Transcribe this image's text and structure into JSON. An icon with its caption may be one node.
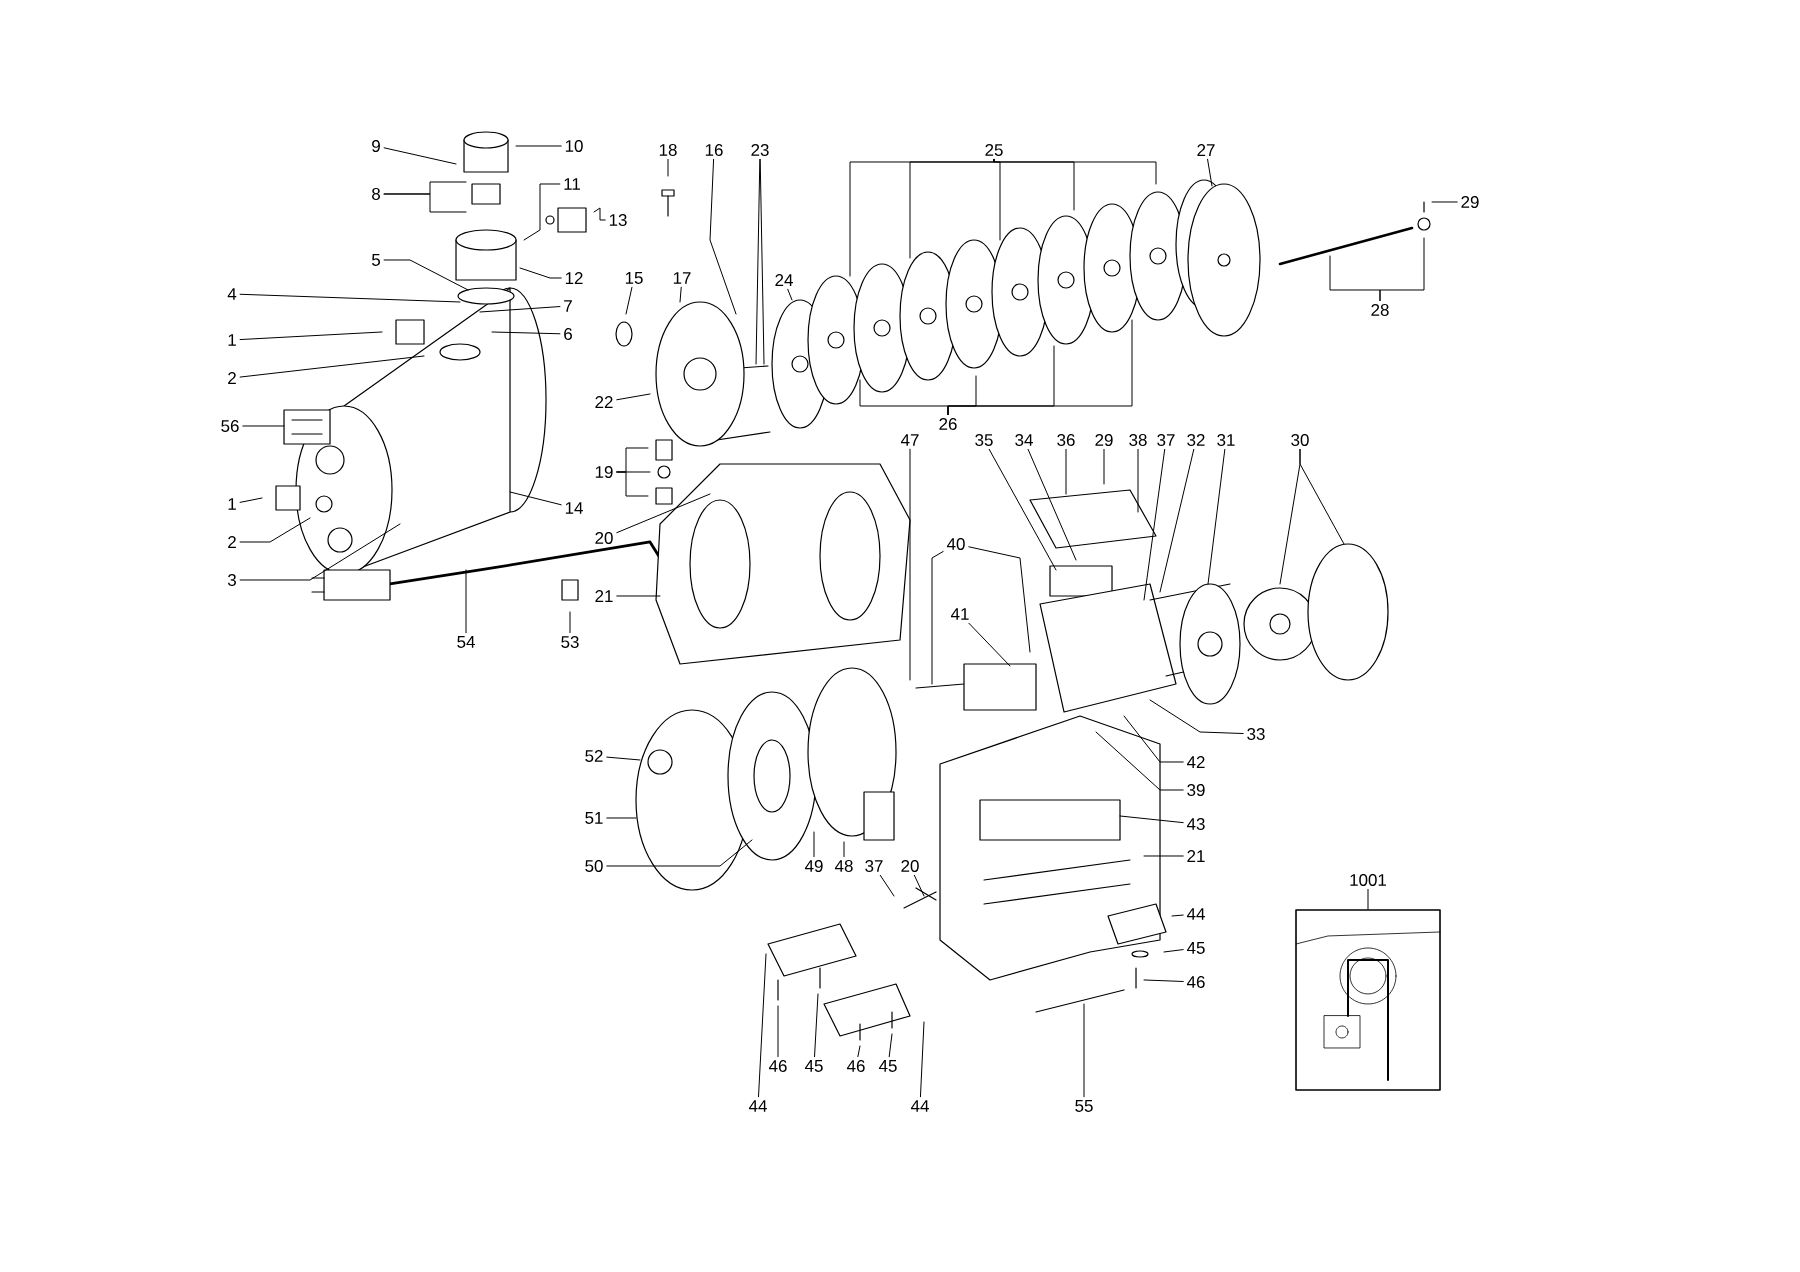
{
  "diagram": {
    "nodes": [
      {
        "text": [
          "9"
        ]
      },
      {
        "text": [
          "10"
        ]
      },
      {
        "text": [
          "8"
        ]
      },
      {
        "text": [
          "11"
        ]
      },
      {
        "text": [
          "13"
        ]
      },
      {
        "text": [
          "5"
        ]
      },
      {
        "text": [
          "12"
        ]
      },
      {
        "text": [
          "4"
        ]
      },
      {
        "text": [
          "7"
        ]
      },
      {
        "text": [
          "1"
        ]
      },
      {
        "text": [
          "6"
        ]
      },
      {
        "text": [
          "2"
        ]
      },
      {
        "text": [
          "56"
        ]
      },
      {
        "text": [
          "1"
        ]
      },
      {
        "text": [
          "2"
        ]
      },
      {
        "text": [
          "14"
        ]
      },
      {
        "text": [
          "3"
        ]
      },
      {
        "text": [
          "54"
        ]
      },
      {
        "text": [
          "53"
        ]
      },
      {
        "text": [
          "15"
        ]
      },
      {
        "text": [
          "18"
        ]
      },
      {
        "text": [
          "16"
        ]
      },
      {
        "text": [
          "17"
        ]
      },
      {
        "text": [
          "23"
        ]
      },
      {
        "text": [
          "24"
        ]
      },
      {
        "text": [
          "22"
        ]
      },
      {
        "text": [
          "19"
        ]
      },
      {
        "text": [
          "20"
        ]
      },
      {
        "text": [
          "21"
        ]
      },
      {
        "text": [
          "25"
        ]
      },
      {
        "text": [
          "27"
        ]
      },
      {
        "text": [
          "26"
        ]
      },
      {
        "text": [
          "29"
        ]
      },
      {
        "text": [
          "28"
        ]
      },
      {
        "text": [
          "47"
        ]
      },
      {
        "text": [
          "35"
        ]
      },
      {
        "text": [
          "34"
        ]
      },
      {
        "text": [
          "36"
        ]
      },
      {
        "text": [
          "29"
        ]
      },
      {
        "text": [
          "38"
        ]
      },
      {
        "text": [
          "37"
        ]
      },
      {
        "text": [
          "32"
        ]
      },
      {
        "text": [
          "31"
        ]
      },
      {
        "text": [
          "30"
        ]
      },
      {
        "text": [
          "40"
        ]
      },
      {
        "text": [
          "41"
        ]
      },
      {
        "text": [
          "33"
        ]
      },
      {
        "text": [
          "42"
        ]
      },
      {
        "text": [
          "39"
        ]
      },
      {
        "text": [
          "43"
        ]
      },
      {
        "text": [
          "21"
        ]
      },
      {
        "text": [
          "52"
        ]
      },
      {
        "text": [
          "51"
        ]
      },
      {
        "text": [
          "50"
        ]
      },
      {
        "text": [
          "49"
        ]
      },
      {
        "text": [
          "48"
        ]
      },
      {
        "text": [
          "37"
        ]
      },
      {
        "text": [
          "20"
        ]
      },
      {
        "text": [
          "44"
        ]
      },
      {
        "text": [
          "45"
        ]
      },
      {
        "text": [
          "46"
        ]
      },
      {
        "text": [
          "46"
        ]
      },
      {
        "text": [
          "45"
        ]
      },
      {
        "text": [
          "46"
        ]
      },
      {
        "text": [
          "45"
        ]
      },
      {
        "text": [
          "44"
        ]
      },
      {
        "text": [
          "44"
        ]
      },
      {
        "text": [
          "55"
        ]
      },
      {
        "text": [
          "1001"
        ]
      },
      {
        "text": [],
        "shape": "picture"
      }
    ],
    "edges": [
      {
        "from": 0,
        "to": null,
        "arrow": "none"
      },
      {
        "from": 1,
        "to": null,
        "arrow": "none"
      },
      {
        "from": 2,
        "to": null,
        "arrow": "none"
      },
      {
        "from": 2,
        "to": null,
        "arrow": "none"
      },
      {
        "from": 3,
        "to": null,
        "arrow": "none"
      },
      {
        "from": 4,
        "to": null,
        "arrow": "none"
      },
      {
        "from": 5,
        "to": null,
        "arrow": "none"
      },
      {
        "from": 6,
        "to": null,
        "arrow": "none"
      },
      {
        "from": 7,
        "to": null,
        "arrow": "none"
      },
      {
        "from": 8,
        "to": null,
        "arrow": "none"
      },
      {
        "from": 9,
        "to": null,
        "arrow": "none"
      },
      {
        "from": 10,
        "to": null,
        "arrow": "none"
      },
      {
        "from": 11,
        "to": null,
        "arrow": "none"
      },
      {
        "from": 12,
        "to": null,
        "arrow": "none"
      },
      {
        "from": 13,
        "to": null,
        "arrow": "none"
      },
      {
        "from": 14,
        "to": null,
        "arrow": "none"
      },
      {
        "from": 15,
        "to": null,
        "arrow": "none"
      },
      {
        "from": 16,
        "to": null,
        "arrow": "none"
      },
      {
        "from": 17,
        "to": null,
        "arrow": "none"
      },
      {
        "from": 18,
        "to": null,
        "arrow": "none"
      },
      {
        "from": 19,
        "to": null,
        "arrow": "none"
      },
      {
        "from": 20,
        "to": null,
        "arrow": "none"
      },
      {
        "from": 21,
        "to": null,
        "arrow": "none"
      },
      {
        "from": 23,
        "to": null,
        "arrow": "none"
      },
      {
        "from": 23,
        "to": null,
        "arrow": "none"
      },
      {
        "from": 24,
        "to": null,
        "arrow": "none"
      },
      {
        "from": 25,
        "to": null,
        "arrow": "none"
      },
      {
        "from": 26,
        "to": null,
        "arrow": "none"
      },
      {
        "from": 26,
        "to": null,
        "arrow": "none"
      },
      {
        "from": 26,
        "to": null,
        "arrow": "none"
      },
      {
        "from": 27,
        "to": null,
        "arrow": "none"
      },
      {
        "from": 28,
        "to": null,
        "arrow": "none"
      },
      {
        "from": 29,
        "to": null,
        "arrow": "none"
      },
      {
        "from": 29,
        "to": null,
        "arrow": "none"
      },
      {
        "from": 29,
        "to": null,
        "arrow": "none"
      },
      {
        "from": 29,
        "to": null,
        "arrow": "none"
      },
      {
        "from": 29,
        "to": null,
        "arrow": "none"
      },
      {
        "from": 30,
        "to": null,
        "arrow": "none"
      },
      {
        "from": 31,
        "to": null,
        "arrow": "none"
      },
      {
        "from": 31,
        "to": null,
        "arrow": "none"
      },
      {
        "from": 31,
        "to": null,
        "arrow": "none"
      },
      {
        "from": 31,
        "to": null,
        "arrow": "none"
      },
      {
        "from": 32,
        "to": null,
        "arrow": "none"
      },
      {
        "from": 33,
        "to": null,
        "arrow": "none"
      },
      {
        "from": 33,
        "to": null,
        "arrow": "none"
      },
      {
        "from": 34,
        "to": null,
        "arrow": "none"
      },
      {
        "from": 35,
        "to": null,
        "arrow": "none"
      },
      {
        "from": 36,
        "to": null,
        "arrow": "none"
      },
      {
        "from": 37,
        "to": null,
        "arrow": "none"
      },
      {
        "from": 38,
        "to": null,
        "arrow": "none"
      },
      {
        "from": 39,
        "to": null,
        "arrow": "none"
      },
      {
        "from": 40,
        "to": null,
        "arrow": "none"
      },
      {
        "from": 41,
        "to": null,
        "arrow": "none"
      },
      {
        "from": 42,
        "to": null,
        "arrow": "none"
      },
      {
        "from": 43,
        "to": null,
        "arrow": "none"
      },
      {
        "from": 43,
        "to": null,
        "arrow": "none"
      },
      {
        "from": 44,
        "to": null,
        "arrow": "none"
      },
      {
        "from": 44,
        "to": null,
        "arrow": "none"
      },
      {
        "from": 45,
        "to": null,
        "arrow": "none"
      },
      {
        "from": 46,
        "to": null,
        "arrow": "none"
      },
      {
        "from": 47,
        "to": null,
        "arrow": "none"
      },
      {
        "from": 48,
        "to": null,
        "arrow": "none"
      },
      {
        "from": 49,
        "to": null,
        "arrow": "none"
      },
      {
        "from": 50,
        "to": null,
        "arrow": "none"
      },
      {
        "from": 51,
        "to": null,
        "arrow": "none"
      },
      {
        "from": 52,
        "to": null,
        "arrow": "none"
      },
      {
        "from": 53,
        "to": null,
        "arrow": "none"
      },
      {
        "from": 54,
        "to": null,
        "arrow": "none"
      },
      {
        "from": 55,
        "to": null,
        "arrow": "none"
      },
      {
        "from": 56,
        "to": null,
        "arrow": "none"
      },
      {
        "from": 57,
        "to": null,
        "arrow": "none"
      },
      {
        "from": 58,
        "to": null,
        "arrow": "none"
      },
      {
        "from": 59,
        "to": null,
        "arrow": "none"
      },
      {
        "from": 60,
        "to": null,
        "arrow": "none"
      },
      {
        "from": 61,
        "to": null,
        "arrow": "none"
      },
      {
        "from": 62,
        "to": null,
        "arrow": "none"
      },
      {
        "from": 63,
        "to": null,
        "arrow": "none"
      },
      {
        "from": 64,
        "to": null,
        "arrow": "none"
      },
      {
        "from": 65,
        "to": null,
        "arrow": "none"
      },
      {
        "from": 66,
        "to": null,
        "arrow": "none"
      },
      {
        "from": 67,
        "to": null,
        "arrow": "none"
      },
      {
        "from": 68,
        "to": 69,
        "arrow": "none"
      },
      {
        "from": 22,
        "to": null,
        "arrow": "none"
      }
    ]
  }
}
